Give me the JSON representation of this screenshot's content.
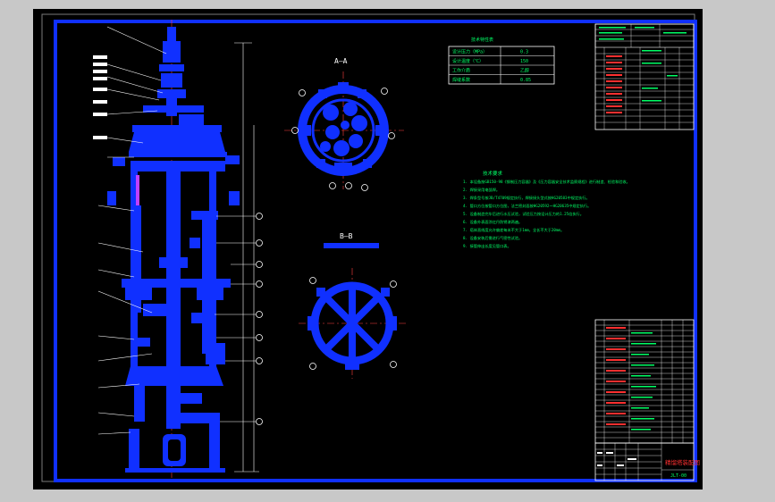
{
  "drawing": {
    "section_a_label": "A—A",
    "section_b_label": "B—B",
    "notes_title": "技术要求",
    "notes": [
      "1. 本设备按GB150-98《钢制压力容器》及《压力容器安全技术监察规程》进行制造、检验和验收。",
      "2. 焊接采用电弧焊。",
      "3. 焊条型号按JB/T4709规定执行，焊接接头型式按HG20583中规定执行。",
      "4. 管口方位按管口方位图，法兰密封面按HG20592～HG20635中规定执行。",
      "5. 设备制造完毕后进行水压试验，试验压力按设计压力的1.25倍执行。",
      "6. 设备外表面涂红丹防锈漆两遍。",
      "7. 塔体直线度允许偏差每米不大于1mm，全长不大于20mm。",
      "8. 设备安装后需进行气密性试验。",
      "9. 接管伸出长度见管口表。"
    ],
    "tech_table": {
      "title": "技术特性表",
      "rows": [
        [
          "设计压力（MPa）",
          "0.3"
        ],
        [
          "设计温度（℃）",
          "150"
        ],
        [
          "工作介质",
          "乙醇"
        ],
        [
          "焊缝系数",
          "0.85"
        ]
      ]
    },
    "title_block": {
      "title": "精馏塔装配图",
      "number": "JLT-00"
    }
  }
}
